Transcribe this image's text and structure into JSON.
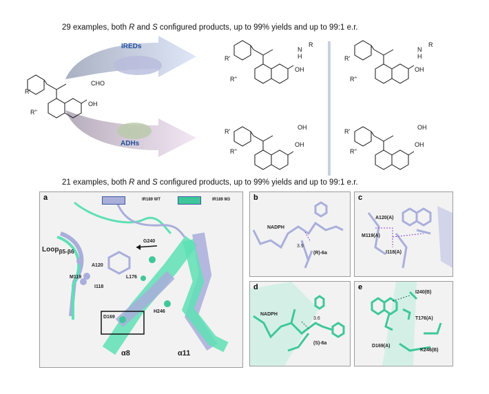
{
  "scheme": {
    "top_caption": {
      "pre": "29 examples, both ",
      "r": "R",
      "mid": " and ",
      "s": "S",
      "post": " configured products, up to 99% yields and up to 99:1 e.r."
    },
    "bottom_caption": {
      "pre": "21 examples, both ",
      "r": "R",
      "mid": " and ",
      "s": "S",
      "post": " configured products, up to 99% yields and up to 99:1 e.r."
    },
    "enzyme_top": "IREDs",
    "enzyme_bottom": "ADHs",
    "substrate": {
      "r1": "R'",
      "r2": "R''",
      "cho": "CHO",
      "oh": "OH"
    },
    "products": {
      "r1": "R'",
      "r2": "R''",
      "nh": "N",
      "h": "H",
      "r": "R",
      "oh": "OH"
    }
  },
  "panel_a": {
    "label": "a",
    "legend": [
      {
        "name": "IR189 WT",
        "color": "#a9aedb"
      },
      {
        "name": "IR189 M3",
        "color": "#3ec79a"
      }
    ],
    "loop": "Loop",
    "loop_sub": "β5-β6",
    "residues": [
      "G240",
      "A120",
      "M119",
      "I118",
      "L176",
      "H246",
      "D169"
    ],
    "helices": [
      "α8",
      "α11"
    ]
  },
  "panel_b": {
    "label": "b",
    "texts": [
      "NADPH",
      "3.9",
      "(R)-6a"
    ]
  },
  "panel_c": {
    "label": "c",
    "texts": [
      "A120(A)",
      "M119(A)",
      "I118(A)"
    ]
  },
  "panel_d": {
    "label": "d",
    "texts": [
      "NADPH",
      "3.6",
      "(S)-6a"
    ]
  },
  "panel_e": {
    "label": "e",
    "texts": [
      "I240(B)",
      "T176(A)",
      "D169(A)",
      "K246(B)"
    ]
  },
  "colors": {
    "wt": "#a9aedb",
    "m3": "#5ee0b5",
    "enzyme_label": "#1f4e9c"
  }
}
